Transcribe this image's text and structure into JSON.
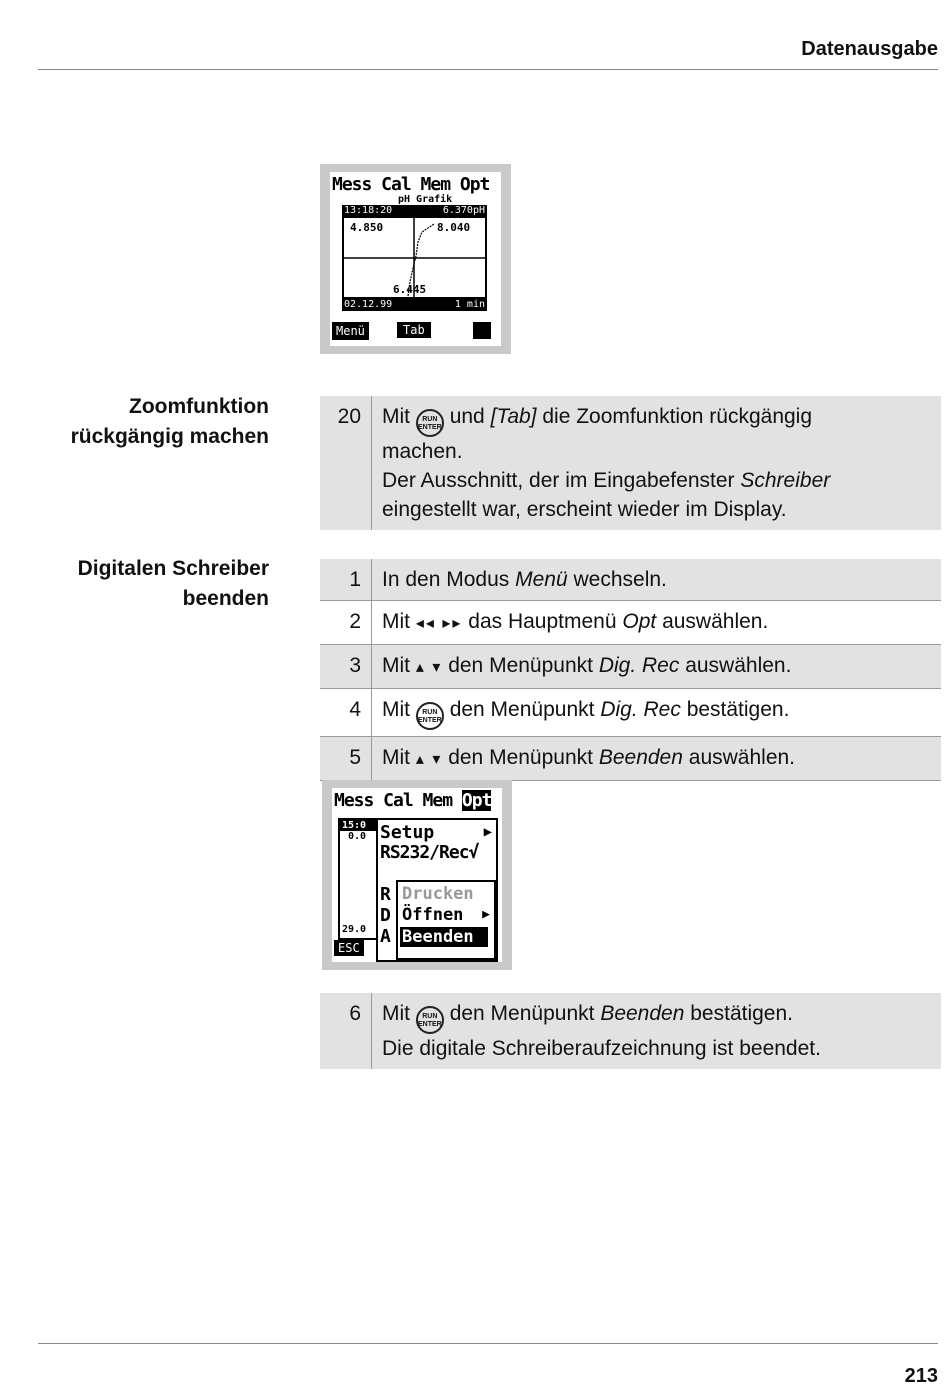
{
  "header": {
    "title": "Datenausgabe"
  },
  "footer": {
    "page_number": "213"
  },
  "display1": {
    "menu": "Mess Cal Mem Opt",
    "subtitle": "pH Grafik",
    "time": "13:18:20",
    "value": "6.370pH",
    "left_top": "4.850",
    "right_top": "8.040",
    "bottom_val": "6.445",
    "date": "02.12.99",
    "interval": "1 min",
    "btn_menu": "Menü",
    "btn_tab": "Tab"
  },
  "section_zoom": {
    "label_line1": "Zoomfunktion",
    "label_line2": "rückgängig machen",
    "step_num": "20",
    "pre": "Mit",
    "mid1": "und",
    "tab": "[Tab]",
    "line1_end": "die Zoomfunktion rückgängig",
    "line2": "machen.",
    "line3_pre": "Der Ausschnitt, der im Eingabefenster",
    "line3_it": "Schreiber",
    "line4": "eingestellt war, erscheint wieder im Display."
  },
  "section_end": {
    "label_line1": "Digitalen Schreiber",
    "label_line2": "beenden",
    "steps": [
      {
        "num": "1",
        "a": "In den Modus",
        "b": "Menü",
        "c": "wechseln."
      },
      {
        "num": "2",
        "a": "Mit",
        "b": "das Hauptmenü",
        "c": "Opt",
        "d": "auswählen."
      },
      {
        "num": "3",
        "a": "Mit",
        "b": "den Menüpunkt",
        "c": "Dig. Rec",
        "d": "auswählen."
      },
      {
        "num": "4",
        "a": "Mit",
        "b": "den Menüpunkt",
        "c": "Dig. Rec",
        "d": "bestätigen."
      },
      {
        "num": "5",
        "a": "Mit",
        "b": "den Menüpunkt",
        "c": "Beenden",
        "d": "auswählen."
      }
    ],
    "step6": {
      "num": "6",
      "a": "Mit",
      "b": "den Menüpunkt",
      "c": "Beenden",
      "d": "bestätigen.",
      "e": "Die digitale Schreiberaufzeichnung ist beendet."
    }
  },
  "display2": {
    "menu": "Mess Cal Mem",
    "menu_sel": "Opt",
    "items": [
      "Setup",
      "RS232/Rec√"
    ],
    "sub_items": [
      "Drucken",
      "Öffnen",
      "Beenden"
    ],
    "left_frag": [
      "15:0",
      "0.0",
      "29.0"
    ],
    "left_letters": [
      "R",
      "D",
      "A"
    ],
    "btn_esc": "ESC"
  },
  "runenter_label": [
    "RUN",
    "ENTER"
  ]
}
